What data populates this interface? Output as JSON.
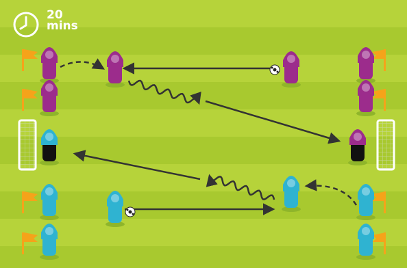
{
  "timer": {
    "value": "20",
    "unit": "mins",
    "icon": "clock-icon"
  },
  "colors": {
    "grass_light": "#b6d33a",
    "grass_dark": "#a8c92f",
    "team_purple": "#9c2c8c",
    "team_cyan": "#2fb3d1",
    "keeper_kit": "#111111",
    "flag": "#f5a31a",
    "arrow": "#333333",
    "shadow": "#8fb52a"
  },
  "players": [
    {
      "id": "p1",
      "team": "purple"
    },
    {
      "id": "p2",
      "team": "purple"
    },
    {
      "id": "p3",
      "team": "purple"
    },
    {
      "id": "p4",
      "team": "purple"
    },
    {
      "id": "p5",
      "team": "purple",
      "ball": true
    },
    {
      "id": "p6",
      "team": "purple"
    },
    {
      "id": "p7",
      "team": "purple"
    },
    {
      "id": "gk-left",
      "team": "cyan",
      "keeper": true
    },
    {
      "id": "gk-right",
      "team": "purple",
      "keeper": true
    },
    {
      "id": "p8",
      "team": "cyan"
    },
    {
      "id": "p9",
      "team": "cyan"
    },
    {
      "id": "p10",
      "team": "cyan",
      "ball": true
    },
    {
      "id": "p11",
      "team": "cyan"
    },
    {
      "id": "p12",
      "team": "cyan"
    },
    {
      "id": "p13",
      "team": "cyan"
    }
  ]
}
